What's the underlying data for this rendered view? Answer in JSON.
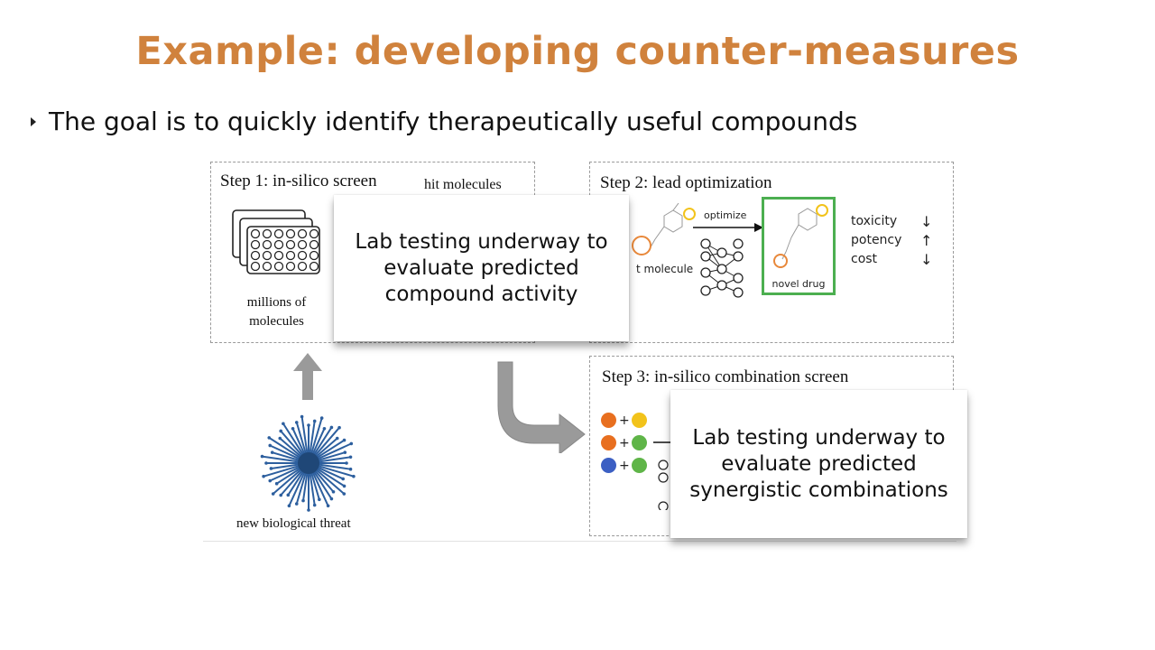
{
  "slide": {
    "title": "Example: developing counter-measures",
    "bullet": "The goal is to quickly identify therapeutically useful compounds"
  },
  "step1": {
    "title": "Step 1: in-silico screen",
    "hit_label": "hit molecules",
    "plates_label_line1": "millions of",
    "plates_label_line2": "molecules"
  },
  "step2": {
    "title": "Step 2: lead optimization",
    "optimize_label": "optimize",
    "hit_molecule_label": "t molecule",
    "novel_drug_label": "novel drug",
    "properties": [
      {
        "name": "toxicity",
        "direction": "↓"
      },
      {
        "name": "potency",
        "direction": "↑"
      },
      {
        "name": "cost",
        "direction": "↓"
      }
    ]
  },
  "step3": {
    "title": "Step 3: in-silico combination screen",
    "pairs": [
      {
        "a": "#e86f1f",
        "b": "#f2c31b"
      },
      {
        "a": "#e86f1f",
        "b": "#5fb548"
      },
      {
        "a": "#3c5fc3",
        "b": "#5fb548"
      }
    ],
    "plus": "+"
  },
  "threat": {
    "label": "new biological threat"
  },
  "overlays": {
    "lab_activity": "Lab testing underway to\nevaluate predicted\ncompound activity",
    "lab_combos": "Lab testing underway to\nevaluate predicted\nsynergistic combinations"
  },
  "colors": {
    "title": "#d0823d",
    "novel_drug_box": "#4caf50",
    "highlight_circle_orange": "#e8883a",
    "highlight_circle_yellow": "#f2c31b",
    "arrow_gray": "#9a9a9a",
    "virus_blue": "#2d5f9e"
  },
  "icons": [
    "bullet-triangle-icon",
    "up-arrow-icon",
    "curved-arrow-icon",
    "virus-icon",
    "well-plates-icon",
    "neural-network-icon",
    "molecule-icon"
  ]
}
